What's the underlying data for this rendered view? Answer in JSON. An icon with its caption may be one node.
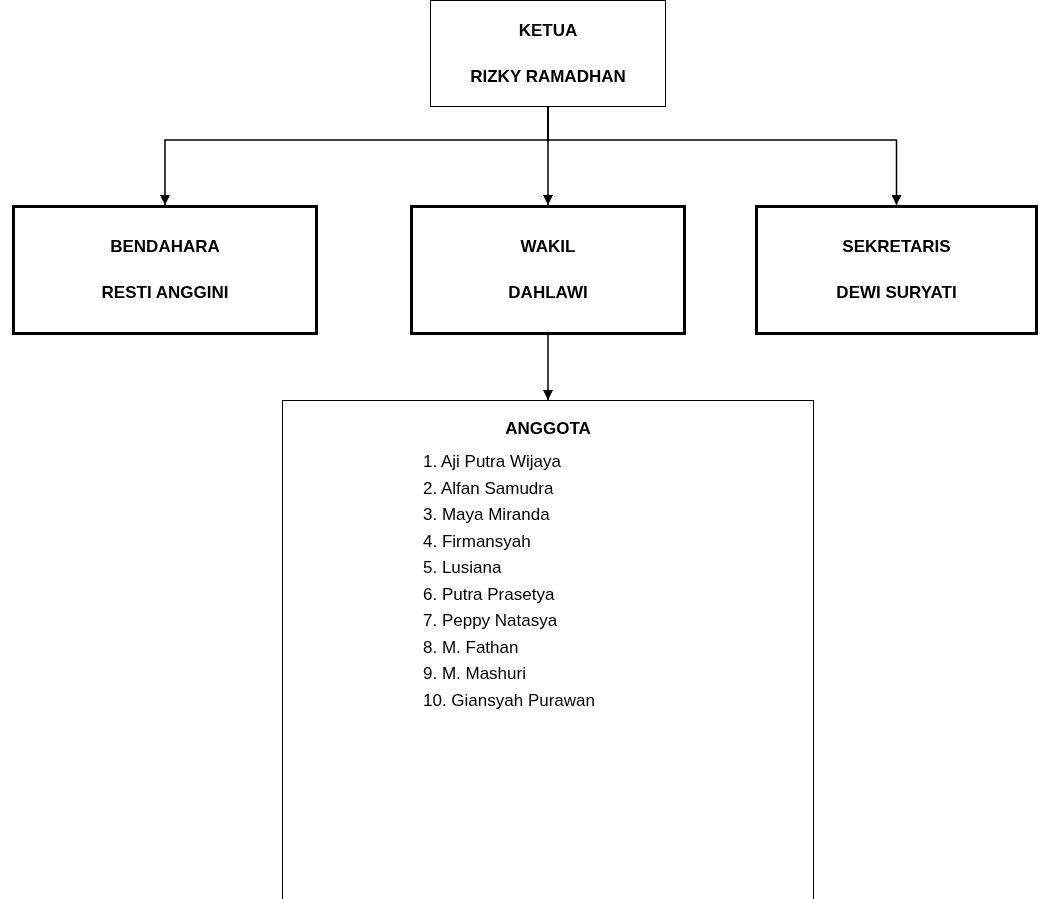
{
  "diagram": {
    "nodes": [
      {
        "text": [
          "KETUA",
          "RIZKY RAMADHAN"
        ]
      },
      {
        "text": [
          "BENDAHARA",
          "RESTI ANGGINI"
        ]
      },
      {
        "text": [
          "WAKIL",
          "DAHLAWI"
        ]
      },
      {
        "text": [
          "SEKRETARIS",
          "DEWI SURYATI"
        ]
      },
      {
        "text": [
          "ANGGOTA",
          "1. Aji Putra Wijaya",
          "2. Alfan Samudra",
          "3. Maya Miranda",
          "4. Firmansyah",
          "5. Lusiana",
          "6. Putra Prasetya",
          "7. Peppy Natasya",
          "8. M. Fathan",
          "9. M. Mashuri",
          "10. Giansyah Purawan"
        ]
      }
    ],
    "edges": [
      {
        "from": 0,
        "to": 1,
        "arrow": "to"
      },
      {
        "from": 0,
        "to": 2,
        "arrow": "to"
      },
      {
        "from": 0,
        "to": 3,
        "arrow": "to"
      },
      {
        "from": 2,
        "to": 4,
        "arrow": "to"
      }
    ]
  }
}
